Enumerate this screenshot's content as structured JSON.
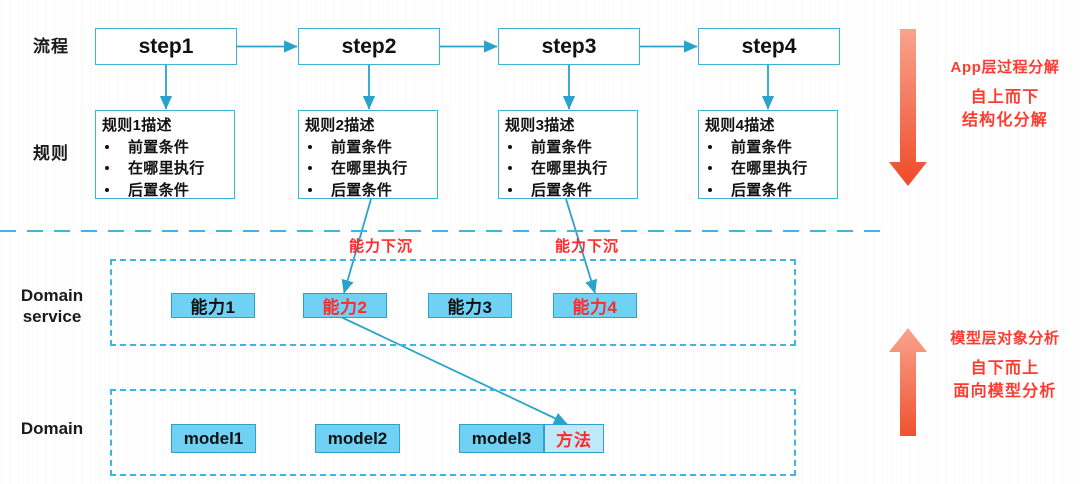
{
  "rows": {
    "flow_label": "流程",
    "rule_label": "规则",
    "domain_service_label_line1": "Domain",
    "domain_service_label_line2": "service",
    "domain_label": "Domain"
  },
  "steps": [
    {
      "name": "step1"
    },
    {
      "name": "step2"
    },
    {
      "name": "step3"
    },
    {
      "name": "step4"
    }
  ],
  "rules": [
    {
      "title": "规则1描述",
      "items": [
        "前置条件",
        "在哪里执行",
        "后置条件"
      ]
    },
    {
      "title": "规则2描述",
      "items": [
        "前置条件",
        "在哪里执行",
        "后置条件"
      ]
    },
    {
      "title": "规则3描述",
      "items": [
        "前置条件",
        "在哪里执行",
        "后置条件"
      ]
    },
    {
      "title": "规则4描述",
      "items": [
        "前置条件",
        "在哪里执行",
        "后置条件"
      ]
    }
  ],
  "capabilities": [
    {
      "label": "能力1",
      "highlighted": false
    },
    {
      "label": "能力2",
      "highlighted": true
    },
    {
      "label": "能力3",
      "highlighted": false
    },
    {
      "label": "能力4",
      "highlighted": true
    }
  ],
  "models": [
    {
      "label": "model1"
    },
    {
      "label": "model2"
    },
    {
      "label": "model3",
      "attachment": "方法"
    }
  ],
  "connector_labels": {
    "sink_left": "能力下沉",
    "sink_right": "能力下沉"
  },
  "annotations": {
    "top": {
      "line1": "App层过程分解",
      "line2": "自上而下",
      "line3": "结构化分解"
    },
    "bottom": {
      "line1": "模型层对象分析",
      "line2": "自下而上",
      "line3": "面向模型分析"
    }
  },
  "colors": {
    "box_border": "#3bb3d6",
    "chip_fill": "#6fd2f5",
    "chip_border": "#2f9fd0",
    "method_fill": "#bfe9f9",
    "dashed": "#3fb6e0",
    "accent_red": "#ff2a2a",
    "arrow_orange_top": "#f98a72",
    "arrow_orange_bottom": "#ee4b28",
    "connector": "#29a3cc",
    "text": "#111111"
  }
}
